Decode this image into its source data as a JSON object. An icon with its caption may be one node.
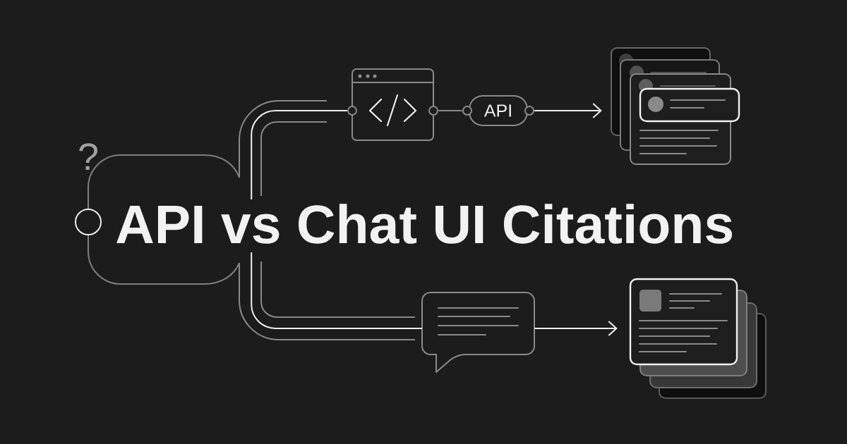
{
  "diagram": {
    "title": "API vs Chat UI Citations",
    "nodes": [
      {
        "text": [],
        "shape": "box"
      },
      {
        "text": [],
        "shape": "window"
      },
      {
        "text": [
          "API"
        ]
      },
      {
        "text": [],
        "shape": "cards"
      },
      {
        "text": [],
        "shape": "bubble"
      },
      {
        "text": [],
        "shape": "cards"
      }
    ],
    "edges": [
      {
        "from": 0,
        "to": 1,
        "arrow": "none"
      },
      {
        "from": 1,
        "to": 2,
        "arrow": "none",
        "color": "#8a8a8a"
      },
      {
        "from": 2,
        "to": 3,
        "arrow": "to"
      },
      {
        "from": 0,
        "to": 4,
        "arrow": "none"
      },
      {
        "from": 4,
        "to": 5,
        "arrow": "to"
      }
    ],
    "labels": [
      "?"
    ]
  }
}
